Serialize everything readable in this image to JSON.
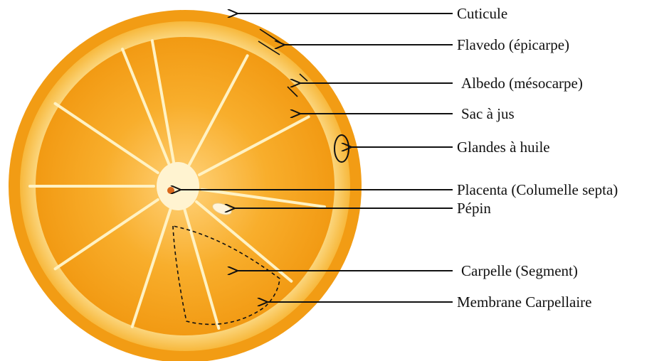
{
  "labels": [
    "Cuticule",
    "Flavedo (épicarpe)",
    "Albedo (mésocarpe)",
    "Sac à jus",
    "Glandes à huile",
    "Placenta (Columelle septa)",
    "Pépin",
    "Carpelle (Segment)",
    "Membrane Carpellaire"
  ],
  "colors": {
    "peel": "#f39a12",
    "albedo": "#fde7a8",
    "pulp": "#f5a21c",
    "pulp_light": "#ffd27a",
    "membrane": "#fff2c4",
    "core": "#fff6dc",
    "arrow": "#111111"
  },
  "icons": {
    "fruit": "orange-cross-section"
  }
}
